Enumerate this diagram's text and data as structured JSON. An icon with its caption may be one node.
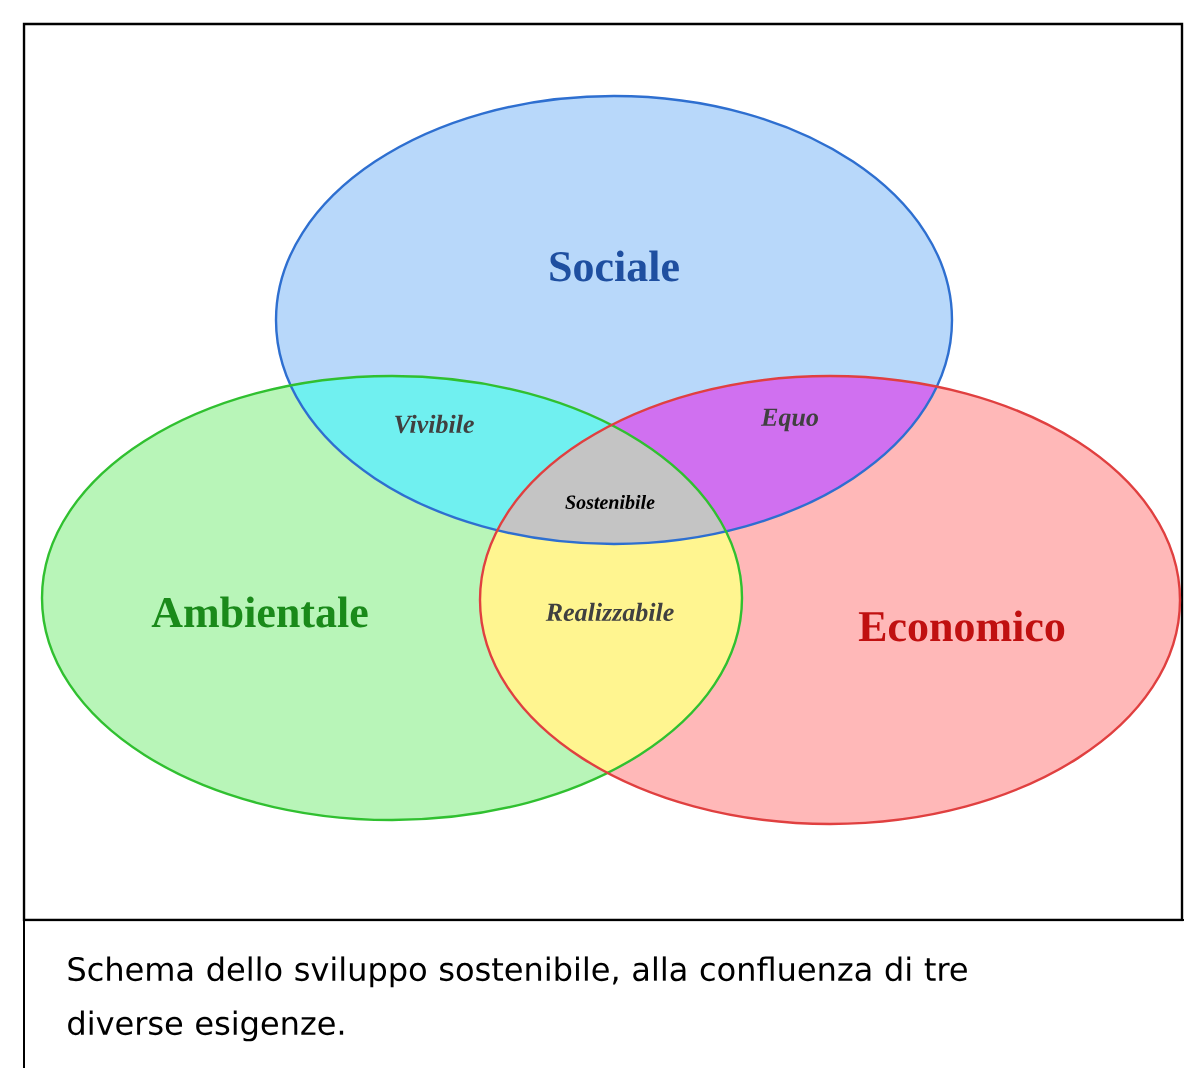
{
  "diagram": {
    "caption": "Schema dello sviluppo sostenibile, alla confluenza di tre diverse esigenze.",
    "nodes": [
      {
        "text": [
          "Sociale"
        ]
      },
      {
        "text": [
          "Ambientale"
        ]
      },
      {
        "text": [
          "Economico"
        ]
      }
    ],
    "labels": [
      "Vivibile",
      "Equo",
      "Sostenibile",
      "Realizzabile"
    ]
  }
}
